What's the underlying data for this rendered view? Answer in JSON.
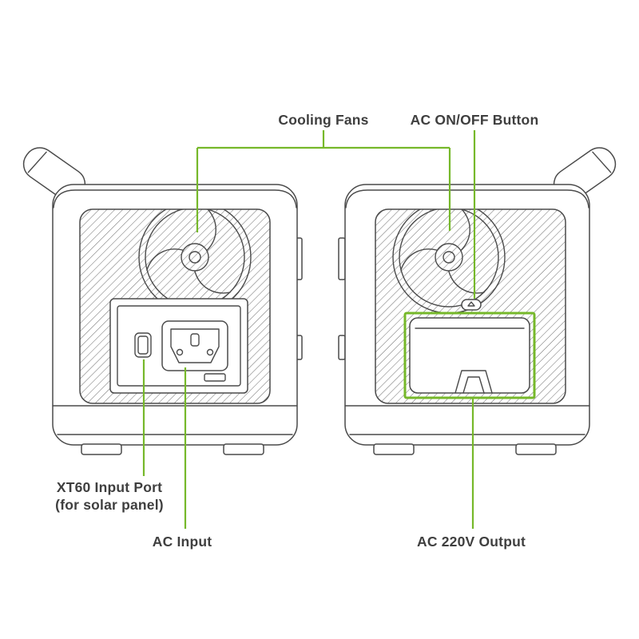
{
  "colors": {
    "accent": "#76b82a",
    "line": "#4a4a4a",
    "hatch": "#6e6e6e",
    "text": "#3f3f3f"
  },
  "labels": {
    "cooling_fans": "Cooling Fans",
    "ac_on_off": "AC ON/OFF Button",
    "xt60_line1": "XT60 Input Port",
    "xt60_line2": "(for solar panel)",
    "ac_input": "AC Input",
    "ac_220v_output": "AC 220V Output"
  }
}
